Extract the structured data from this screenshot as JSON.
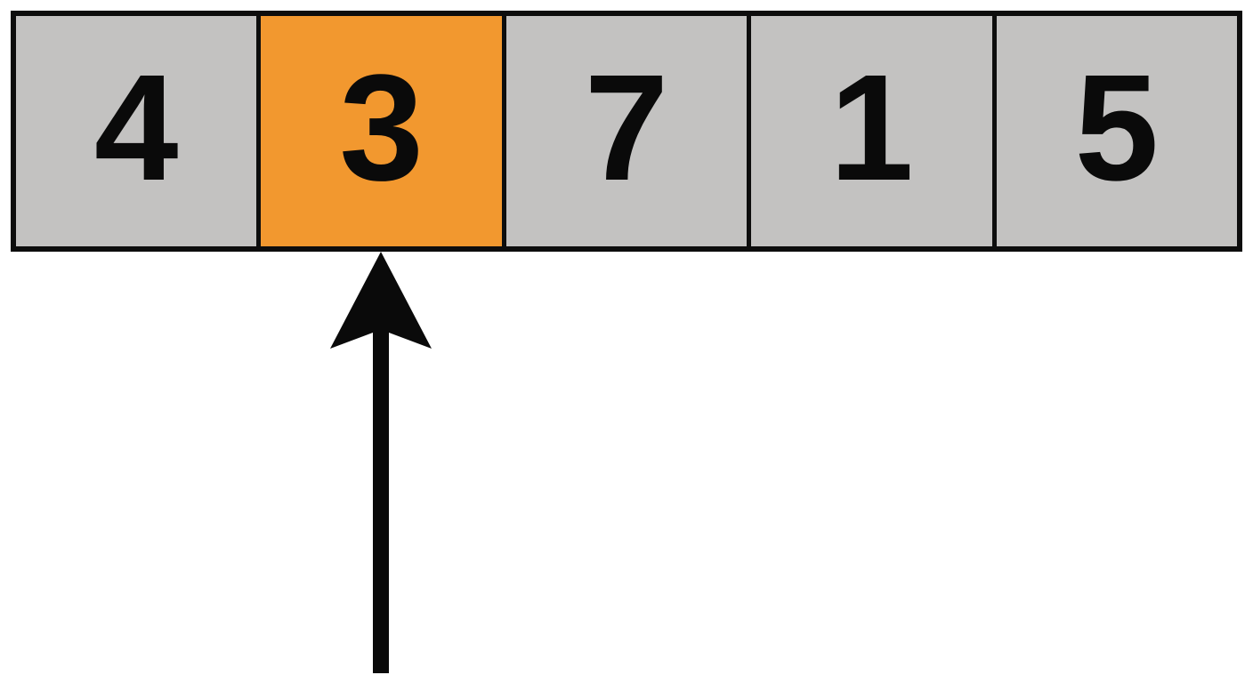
{
  "diagram": {
    "type": "array-with-pointer",
    "cells": [
      {
        "value": "4",
        "highlighted": false
      },
      {
        "value": "3",
        "highlighted": true
      },
      {
        "value": "7",
        "highlighted": false
      },
      {
        "value": "1",
        "highlighted": false
      },
      {
        "value": "5",
        "highlighted": false
      }
    ],
    "pointer": {
      "target_index": 1,
      "target_value": "3",
      "direction": "up"
    },
    "colors": {
      "cell_fill": "#c3c2c1",
      "highlight_fill": "#f2982f",
      "border": "#0d0d0d",
      "arrow": "#0a0a0a",
      "text": "#0a0a0a",
      "background": "#ffffff"
    }
  }
}
